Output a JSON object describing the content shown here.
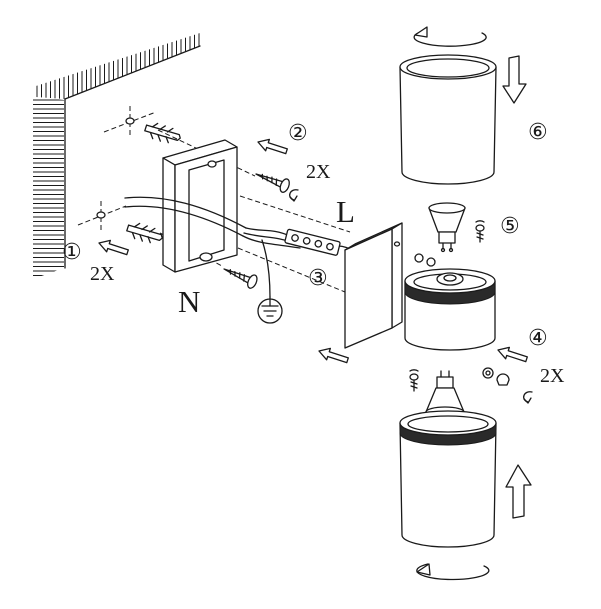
{
  "diagram": {
    "step_1": "①",
    "step_1_quantity": "2X",
    "step_2": "②",
    "step_2_quantity": "2X",
    "step_3": "③",
    "step_4": "④",
    "step_4_quantity": "2X",
    "step_5": "⑤",
    "step_6": "⑥",
    "wire_live": "L",
    "wire_neutral": "N"
  },
  "colors": {
    "line": "#1a1a1a",
    "background": "#ffffff",
    "rim": "#2a2a2a"
  }
}
